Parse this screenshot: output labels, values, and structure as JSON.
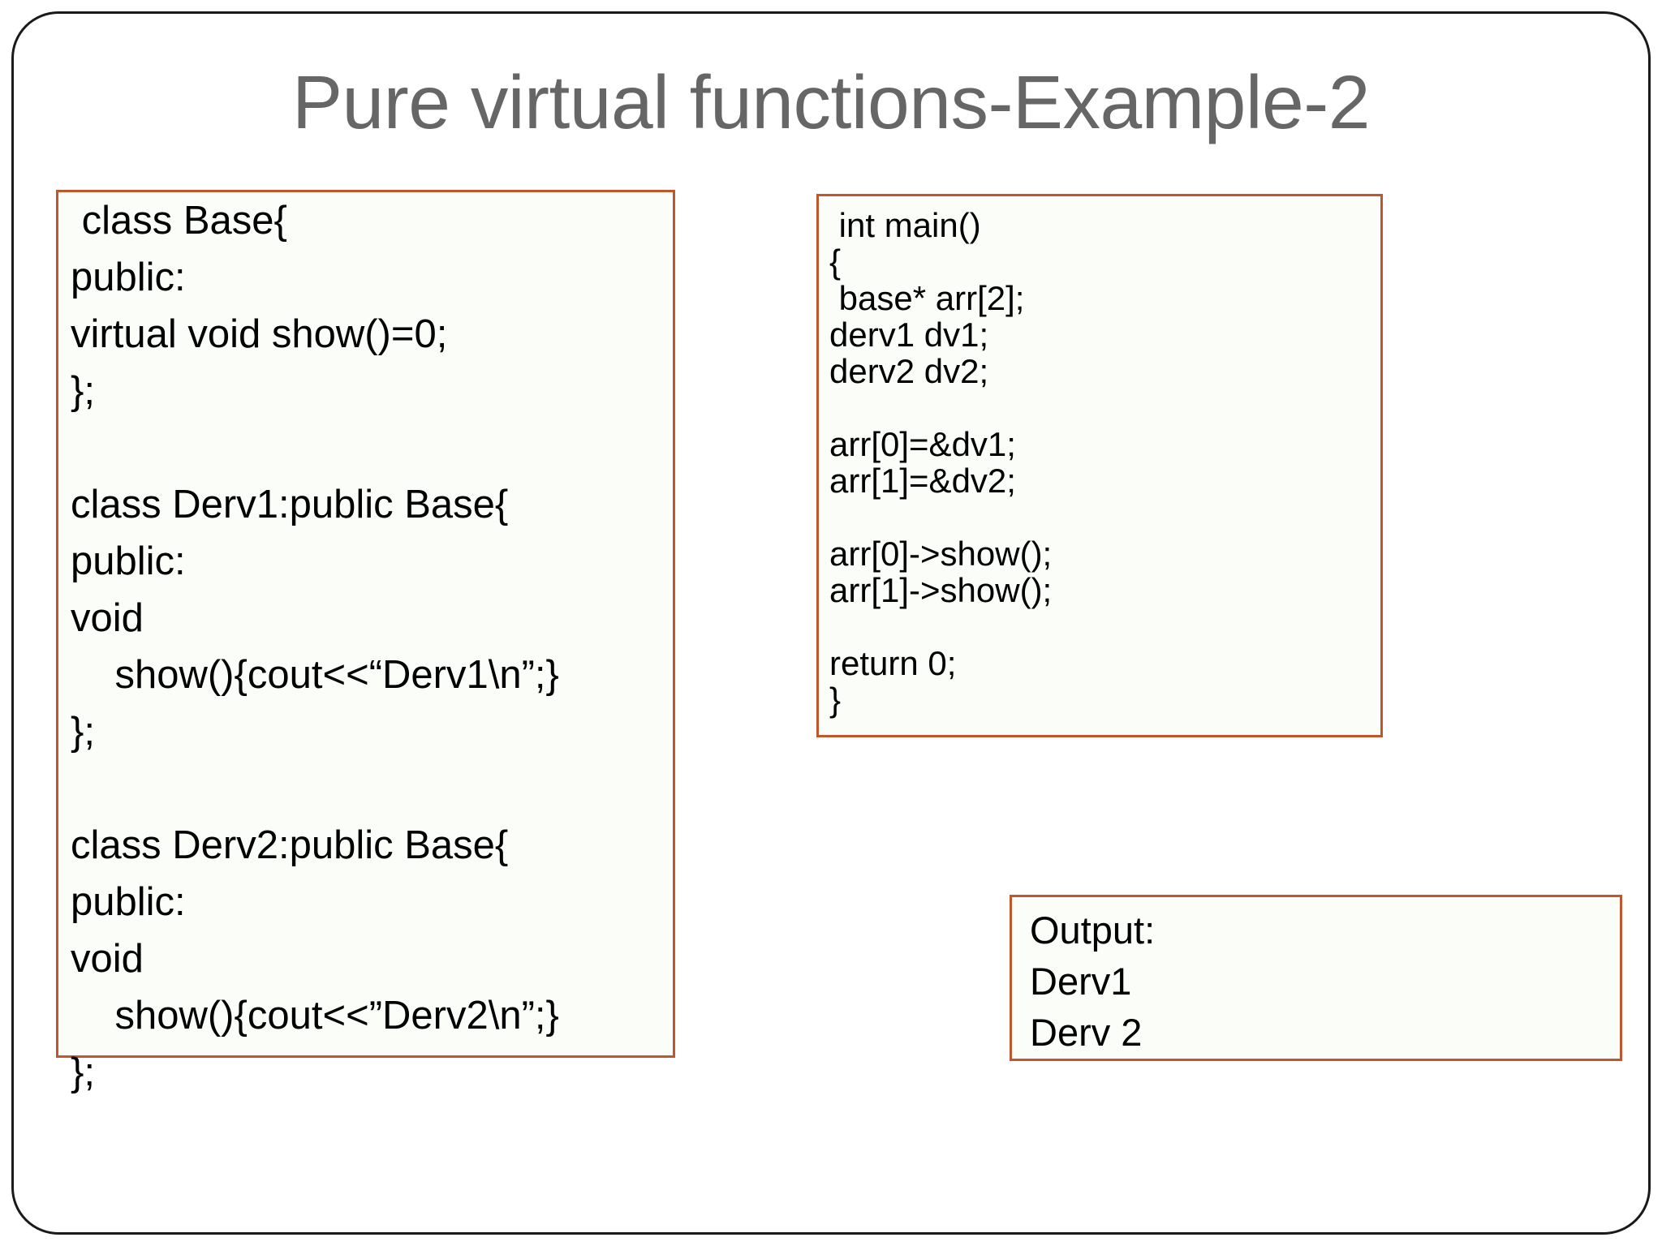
{
  "slide": {
    "title": "Pure virtual functions-Example-2",
    "title_color": "#666666",
    "border_color": "#1a1a1a",
    "box_border_color": "#C1552B",
    "text_color": "#000000",
    "background_color": "#ffffff"
  },
  "left_code_box": {
    "name": "class-definitions-code",
    "lines": [
      " class Base{",
      "public:",
      "virtual void show()=0;",
      "};",
      "",
      "class Derv1:public Base{",
      "public:",
      "void",
      "    show(){cout<<“Derv1\\n”;}",
      "};",
      "",
      "class Derv2:public Base{",
      "public:",
      "void",
      "    show(){cout<<”Derv2\\n”;}",
      "};"
    ]
  },
  "right_code_box": {
    "name": "main-function-code",
    "lines": [
      " int main()",
      "{",
      " base* arr[2];",
      "derv1 dv1;",
      "derv2 dv2;",
      "",
      "arr[0]=&dv1;",
      "arr[1]=&dv2;",
      "",
      "arr[0]->show();",
      "arr[1]->show();",
      "",
      "return 0;",
      "}"
    ]
  },
  "output_box": {
    "name": "program-output",
    "lines": [
      "Output:",
      "Derv1",
      "Derv 2"
    ]
  }
}
